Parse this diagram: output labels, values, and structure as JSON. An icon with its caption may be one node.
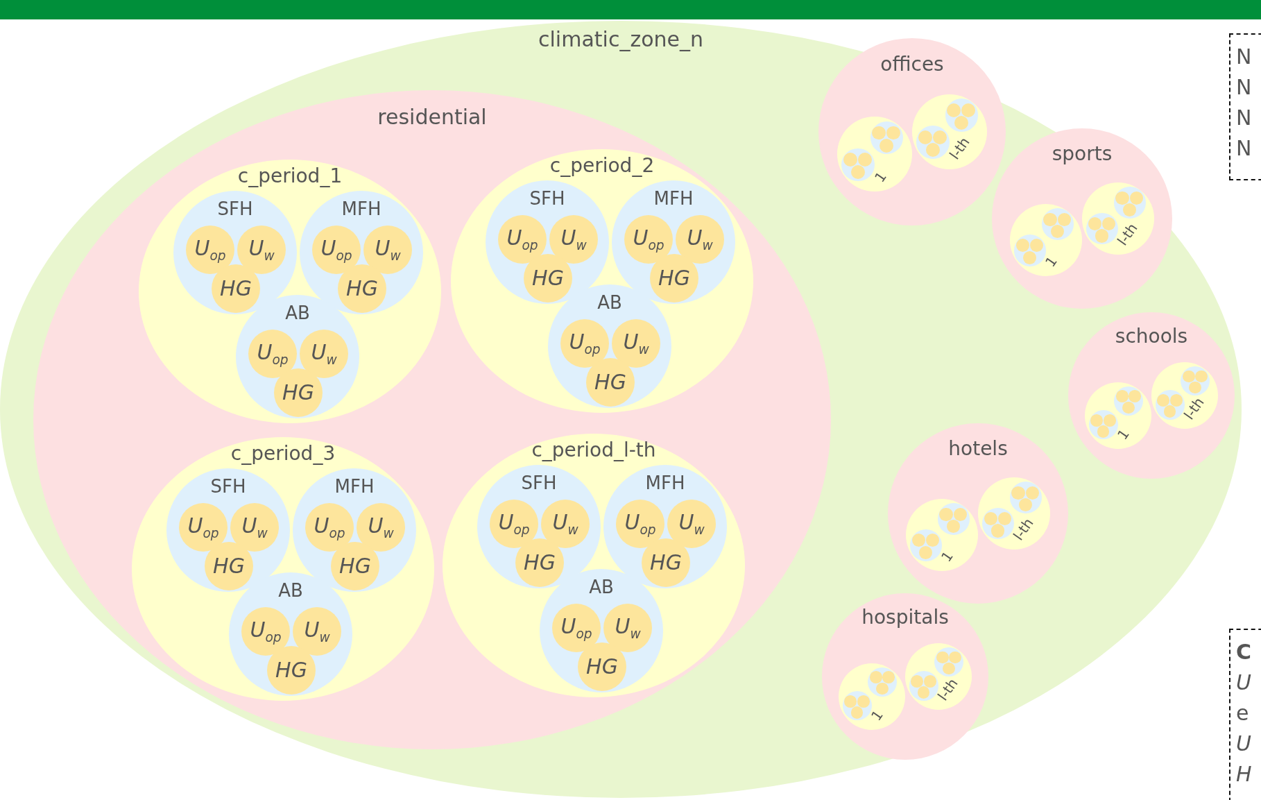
{
  "diagram": {
    "nodes": [
      {
        "text": [
          "climatic_zone_n"
        ]
      },
      {
        "text": [
          "residential"
        ],
        "in": 0
      },
      {
        "text": [
          "c_period_1"
        ],
        "in": 1
      },
      {
        "text": [
          "SFH"
        ],
        "in": 2
      },
      {
        "text": [
          "U$_{op}$"
        ],
        "in": 3
      },
      {
        "text": [
          "U$_{w}$"
        ],
        "in": 3
      },
      {
        "text": [
          "HG"
        ],
        "in": 3
      },
      {
        "text": [
          "MFH"
        ],
        "in": 2
      },
      {
        "text": [
          "U$_{op}$"
        ],
        "in": 7
      },
      {
        "text": [
          "U$_{w}$"
        ],
        "in": 7
      },
      {
        "text": [
          "HG"
        ],
        "in": 7
      },
      {
        "text": [
          "AB"
        ],
        "in": 2
      },
      {
        "text": [
          "U$_{op}$"
        ],
        "in": 11
      },
      {
        "text": [
          "U$_{w}$"
        ],
        "in": 11
      },
      {
        "text": [
          "HG"
        ],
        "in": 11
      },
      {
        "text": [
          "c_period_2"
        ],
        "in": 1
      },
      {
        "text": [
          "SFH"
        ],
        "in": 15
      },
      {
        "text": [
          "U$_{op}$"
        ],
        "in": 16
      },
      {
        "text": [
          "U$_{w}$"
        ],
        "in": 16
      },
      {
        "text": [
          "HG"
        ],
        "in": 16
      },
      {
        "text": [
          "MFH"
        ],
        "in": 15
      },
      {
        "text": [
          "U$_{op}$"
        ],
        "in": 20
      },
      {
        "text": [
          "U$_{w}$"
        ],
        "in": 20
      },
      {
        "text": [
          "HG"
        ],
        "in": 20
      },
      {
        "text": [
          "AB"
        ],
        "in": 15
      },
      {
        "text": [
          "U$_{op}$"
        ],
        "in": 24
      },
      {
        "text": [
          "U$_{w}$"
        ],
        "in": 24
      },
      {
        "text": [
          "HG"
        ],
        "in": 24
      },
      {
        "text": [
          "c_period_3"
        ],
        "in": 1
      },
      {
        "text": [
          "SFH"
        ],
        "in": 28
      },
      {
        "text": [
          "U$_{op}$"
        ],
        "in": 29
      },
      {
        "text": [
          "U$_{w}$"
        ],
        "in": 29
      },
      {
        "text": [
          "HG"
        ],
        "in": 29
      },
      {
        "text": [
          "MFH"
        ],
        "in": 28
      },
      {
        "text": [
          "U$_{op}$"
        ],
        "in": 33
      },
      {
        "text": [
          "U$_{w}$"
        ],
        "in": 33
      },
      {
        "text": [
          "HG"
        ],
        "in": 33
      },
      {
        "text": [
          "AB"
        ],
        "in": 28
      },
      {
        "text": [
          "U$_{op}$"
        ],
        "in": 37
      },
      {
        "text": [
          "U$_{w}$"
        ],
        "in": 37
      },
      {
        "text": [
          "HG"
        ],
        "in": 37
      },
      {
        "text": [
          "c_period_l-th"
        ],
        "in": 1
      },
      {
        "text": [
          "SFH"
        ],
        "in": 41
      },
      {
        "text": [
          "U$_{op}$"
        ],
        "in": 42
      },
      {
        "text": [
          "U$_{w}$"
        ],
        "in": 42
      },
      {
        "text": [
          "HG"
        ],
        "in": 42
      },
      {
        "text": [
          "MFH"
        ],
        "in": 41
      },
      {
        "text": [
          "U$_{op}$"
        ],
        "in": 46
      },
      {
        "text": [
          "U$_{w}$"
        ],
        "in": 46
      },
      {
        "text": [
          "HG"
        ],
        "in": 46
      },
      {
        "text": [
          "AB"
        ],
        "in": 41
      },
      {
        "text": [
          "U$_{op}$"
        ],
        "in": 50
      },
      {
        "text": [
          "U$_{w}$"
        ],
        "in": 50
      },
      {
        "text": [
          "HG"
        ],
        "in": 50
      },
      {
        "text": [
          "offices"
        ],
        "in": 0
      },
      {
        "text": [
          "1"
        ],
        "in": 54
      },
      {
        "text": [],
        "shape": "circle",
        "in": 55
      },
      {
        "text": [],
        "shape": "circle",
        "in": 56
      },
      {
        "text": [],
        "shape": "circle",
        "in": 56
      },
      {
        "text": [],
        "shape": "circle",
        "in": 56
      },
      {
        "text": [],
        "shape": "circle",
        "in": 55
      },
      {
        "text": [],
        "shape": "circle",
        "in": 60
      },
      {
        "text": [],
        "shape": "circle",
        "in": 60
      },
      {
        "text": [],
        "shape": "circle",
        "in": 60
      },
      {
        "text": [
          "l-th"
        ],
        "in": 54
      },
      {
        "text": [],
        "shape": "circle",
        "in": 64
      },
      {
        "text": [],
        "shape": "circle",
        "in": 65
      },
      {
        "text": [],
        "shape": "circle",
        "in": 65
      },
      {
        "text": [],
        "shape": "circle",
        "in": 65
      },
      {
        "text": [],
        "shape": "circle",
        "in": 64
      },
      {
        "text": [],
        "shape": "circle",
        "in": 69
      },
      {
        "text": [],
        "shape": "circle",
        "in": 69
      },
      {
        "text": [],
        "shape": "circle",
        "in": 69
      },
      {
        "text": [
          "sports"
        ],
        "in": 0
      },
      {
        "text": [
          "1"
        ],
        "in": 73
      },
      {
        "text": [],
        "shape": "circle",
        "in": 74
      },
      {
        "text": [],
        "shape": "circle",
        "in": 75
      },
      {
        "text": [],
        "shape": "circle",
        "in": 75
      },
      {
        "text": [],
        "shape": "circle",
        "in": 75
      },
      {
        "text": [],
        "shape": "circle",
        "in": 74
      },
      {
        "text": [],
        "shape": "circle",
        "in": 79
      },
      {
        "text": [],
        "shape": "circle",
        "in": 79
      },
      {
        "text": [],
        "shape": "circle",
        "in": 79
      },
      {
        "text": [
          "l-th"
        ],
        "in": 73
      },
      {
        "text": [],
        "shape": "circle",
        "in": 83
      },
      {
        "text": [],
        "shape": "circle",
        "in": 84
      },
      {
        "text": [],
        "shape": "circle",
        "in": 84
      },
      {
        "text": [],
        "shape": "circle",
        "in": 84
      },
      {
        "text": [],
        "shape": "circle",
        "in": 83
      },
      {
        "text": [],
        "shape": "circle",
        "in": 88
      },
      {
        "text": [],
        "shape": "circle",
        "in": 88
      },
      {
        "text": [],
        "shape": "circle",
        "in": 88
      },
      {
        "text": [
          "schools"
        ],
        "in": 0
      },
      {
        "text": [
          "1"
        ],
        "in": 92
      },
      {
        "text": [],
        "shape": "circle",
        "in": 93
      },
      {
        "text": [],
        "shape": "circle",
        "in": 94
      },
      {
        "text": [],
        "shape": "circle",
        "in": 94
      },
      {
        "text": [],
        "shape": "circle",
        "in": 94
      },
      {
        "text": [],
        "shape": "circle",
        "in": 93
      },
      {
        "text": [],
        "shape": "circle",
        "in": 98
      },
      {
        "text": [],
        "shape": "circle",
        "in": 98
      },
      {
        "text": [],
        "shape": "circle",
        "in": 98
      },
      {
        "text": [
          "l-th"
        ],
        "in": 92
      },
      {
        "text": [],
        "shape": "circle",
        "in": 102
      },
      {
        "text": [],
        "shape": "circle",
        "in": 103
      },
      {
        "text": [],
        "shape": "circle",
        "in": 103
      },
      {
        "text": [],
        "shape": "circle",
        "in": 103
      },
      {
        "text": [],
        "shape": "circle",
        "in": 102
      },
      {
        "text": [],
        "shape": "circle",
        "in": 107
      },
      {
        "text": [],
        "shape": "circle",
        "in": 107
      },
      {
        "text": [],
        "shape": "circle",
        "in": 107
      },
      {
        "text": [
          "hotels"
        ],
        "in": 0
      },
      {
        "text": [
          "1"
        ],
        "in": 111
      },
      {
        "text": [],
        "shape": "circle",
        "in": 112
      },
      {
        "text": [],
        "shape": "circle",
        "in": 113
      },
      {
        "text": [],
        "shape": "circle",
        "in": 113
      },
      {
        "text": [],
        "shape": "circle",
        "in": 113
      },
      {
        "text": [],
        "shape": "circle",
        "in": 112
      },
      {
        "text": [],
        "shape": "circle",
        "in": 117
      },
      {
        "text": [],
        "shape": "circle",
        "in": 117
      },
      {
        "text": [],
        "shape": "circle",
        "in": 117
      },
      {
        "text": [
          "l-th"
        ],
        "in": 111
      },
      {
        "text": [],
        "shape": "circle",
        "in": 121
      },
      {
        "text": [],
        "shape": "circle",
        "in": 122
      },
      {
        "text": [],
        "shape": "circle",
        "in": 122
      },
      {
        "text": [],
        "shape": "circle",
        "in": 122
      },
      {
        "text": [],
        "shape": "circle",
        "in": 121
      },
      {
        "text": [],
        "shape": "circle",
        "in": 126
      },
      {
        "text": [],
        "shape": "circle",
        "in": 126
      },
      {
        "text": [],
        "shape": "circle",
        "in": 126
      },
      {
        "text": [
          "hospitals"
        ],
        "in": 0
      },
      {
        "text": [
          "1"
        ],
        "in": 130
      },
      {
        "text": [],
        "shape": "circle",
        "in": 131
      },
      {
        "text": [],
        "shape": "circle",
        "in": 132
      },
      {
        "text": [],
        "shape": "circle",
        "in": 132
      },
      {
        "text": [],
        "shape": "circle",
        "in": 132
      },
      {
        "text": [],
        "shape": "circle",
        "in": 131
      },
      {
        "text": [],
        "shape": "circle",
        "in": 136
      },
      {
        "text": [],
        "shape": "circle",
        "in": 136
      },
      {
        "text": [],
        "shape": "circle",
        "in": 136
      },
      {
        "text": [
          "l-th"
        ],
        "in": 130
      },
      {
        "text": [],
        "shape": "circle",
        "in": 140
      },
      {
        "text": [],
        "shape": "circle",
        "in": 141
      },
      {
        "text": [],
        "shape": "circle",
        "in": 141
      },
      {
        "text": [],
        "shape": "circle",
        "in": 141
      },
      {
        "text": [],
        "shape": "circle",
        "in": 140
      },
      {
        "text": [],
        "shape": "circle",
        "in": 145
      },
      {
        "text": [],
        "shape": "circle",
        "in": 145
      },
      {
        "text": [],
        "shape": "circle",
        "in": 145
      }
    ],
    "labels": [
      "N",
      "N",
      "N",
      "N",
      "C",
      "U",
      "e",
      "U",
      "H"
    ]
  }
}
